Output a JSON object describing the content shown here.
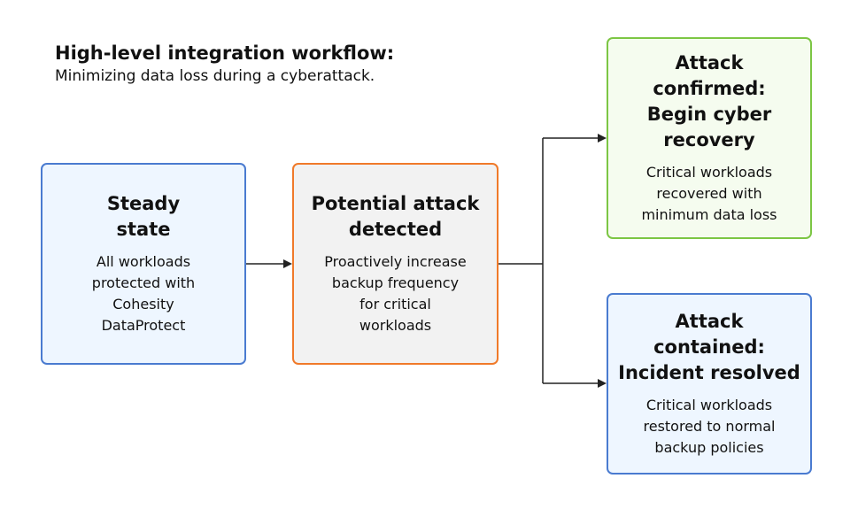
{
  "header": {
    "title": "High-level integration workflow:",
    "subtitle": "Minimizing data loss during a cyberattack."
  },
  "colors": {
    "blue_border": "#4a7bd0",
    "blue_fill": "#eef6ff",
    "orange_border": "#f07a2a",
    "orange_fill": "#f2f2f2",
    "green_border": "#7cc644",
    "green_fill": "#f5fcef",
    "arrow": "#222222"
  },
  "boxes": {
    "steady": {
      "title": "Steady\nstate",
      "body": "All workloads\nprotected with\nCohesity\nDataProtect"
    },
    "detected": {
      "title": "Potential attack\ndetected",
      "body": "Proactively increase\nbackup frequency\nfor critical\nworkloads"
    },
    "confirmed": {
      "title": "Attack confirmed:\nBegin cyber\nrecovery",
      "body": "Critical workloads\nrecovered with\nminimum data loss"
    },
    "contained": {
      "title": "Attack contained:\nIncident resolved",
      "body": "Critical workloads\nrestored to normal\nbackup policies"
    }
  }
}
